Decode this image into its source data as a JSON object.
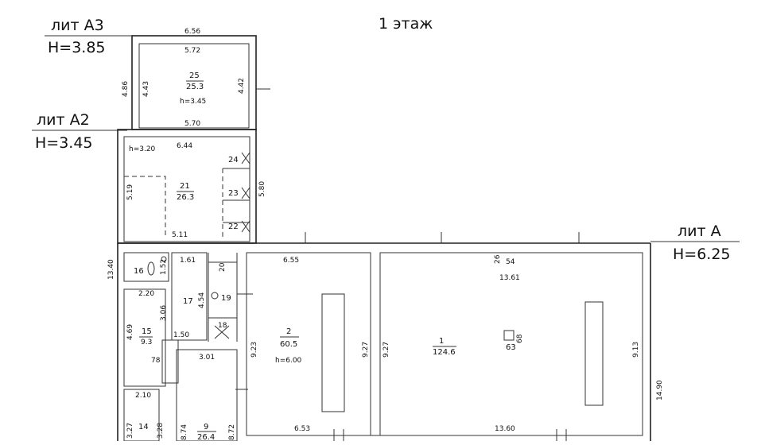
{
  "floor_title": "1 этаж",
  "lit_a3": {
    "name": "лит А3",
    "height": "H=3.85"
  },
  "lit_a2": {
    "name": "лит А2",
    "height": "H=3.45"
  },
  "lit_a": {
    "name": "лит А",
    "height": "H=6.25"
  },
  "rooms": [
    {
      "no": "25",
      "area": "25.3",
      "h": "h=3.45"
    },
    {
      "no": "21",
      "area": "26.3",
      "h": "h=3.20"
    },
    {
      "no": "2",
      "area": "60.5",
      "h": "h=6.00"
    },
    {
      "no": "1",
      "area": "124.6"
    },
    {
      "no": "15",
      "area": "9.3"
    },
    {
      "no": "9",
      "area": "26.4"
    }
  ],
  "room_numbers": [
    "24",
    "23",
    "22",
    "16",
    "17",
    "19",
    "18",
    "20",
    "26",
    "14",
    "78",
    "63",
    "68",
    "54"
  ],
  "dimensions": [
    "6.56",
    "5.72",
    "4.86",
    "4.43",
    "4.42",
    "5.70",
    "6.44",
    "5.19",
    "5.80",
    "5.11",
    "1.61",
    "13.40",
    "1.52",
    "2.20",
    "3.06",
    "4.54",
    "4.69",
    "1.50",
    "3.01",
    "2.10",
    "3.27",
    "3.28",
    "8.74",
    "8.72",
    "6.55",
    "6.53",
    "9.23",
    "9.27",
    "9.27",
    "13.61",
    "13.60",
    "9.13",
    "14.90"
  ]
}
